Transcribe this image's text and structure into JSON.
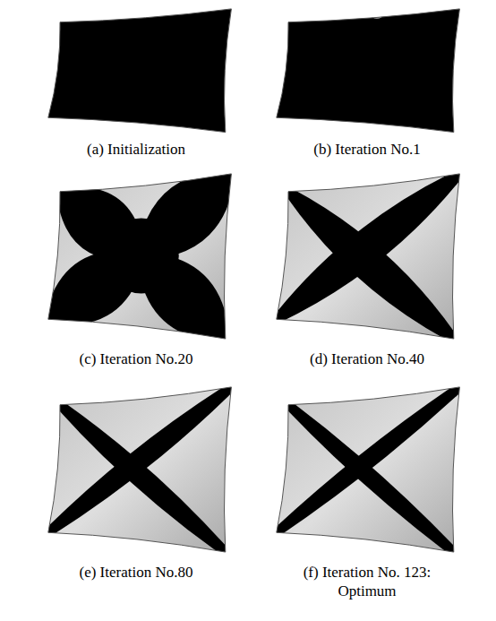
{
  "diagram": {
    "labels": [
      "(a) Initialization",
      "(b) Iteration No.1",
      "(c) Iteration No.20",
      "(d) Iteration No.40",
      "(e) Iteration No.80",
      "(f) Iteration No. 123: Optimum"
    ]
  }
}
